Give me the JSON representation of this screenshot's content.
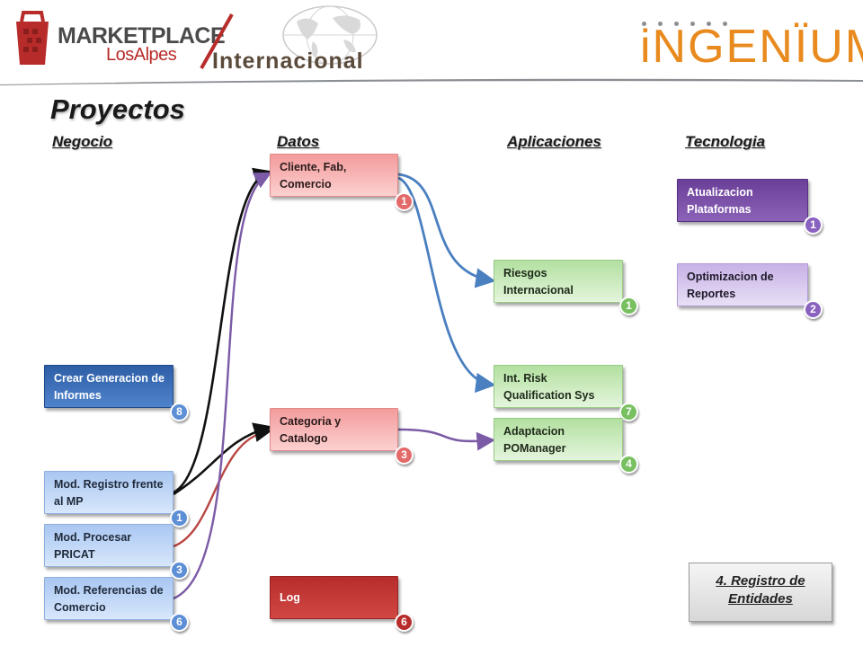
{
  "header": {
    "marketplace": "MARKETPLACE",
    "marketplace_sub": "LosAlpes",
    "internacional": "Internacional",
    "ingenium": "iNGENÏUM"
  },
  "title": "Proyectos",
  "columns": {
    "negocio": "Negocio",
    "datos": "Datos",
    "aplicaciones": "Aplicaciones",
    "tecnologia": "Tecnologia"
  },
  "boxes": {
    "crear_generacion": {
      "label": "Crear Generacion de Informes",
      "badge": "8"
    },
    "mod_registro": {
      "label": "Mod. Registro frente al MP",
      "badge": "1"
    },
    "mod_procesar": {
      "label": "Mod. Procesar PRICAT",
      "badge": "3"
    },
    "mod_referencias": {
      "label": "Mod. Referencias de Comercio",
      "badge": "6"
    },
    "cliente": {
      "label": "Cliente, Fab, Comercio",
      "badge": "1"
    },
    "categoria": {
      "label": "Categoria y Catalogo",
      "badge": "3"
    },
    "log": {
      "label": "Log",
      "badge": "6"
    },
    "riesgos": {
      "label": "Riesgos Internacional",
      "badge": "1"
    },
    "int_risk": {
      "label": "Int. Risk Qualification Sys",
      "badge": "7"
    },
    "adaptacion": {
      "label": "Adaptacion POManager",
      "badge": "4"
    },
    "atualizacion": {
      "label": "Atualizacion Plataformas",
      "badge": "1"
    },
    "optimizacion": {
      "label": "Optimizacion de Reportes",
      "badge": "2"
    }
  },
  "reference": {
    "label": "4. Registro de Entidades"
  },
  "colors": {
    "link_blue": "#4a7fc0",
    "link_purple": "#7b5aa6",
    "link_red": "#b84642",
    "link_black": "#111111",
    "ingenium_orange": "#e88a1d",
    "header_bar": "#8b8f94"
  }
}
